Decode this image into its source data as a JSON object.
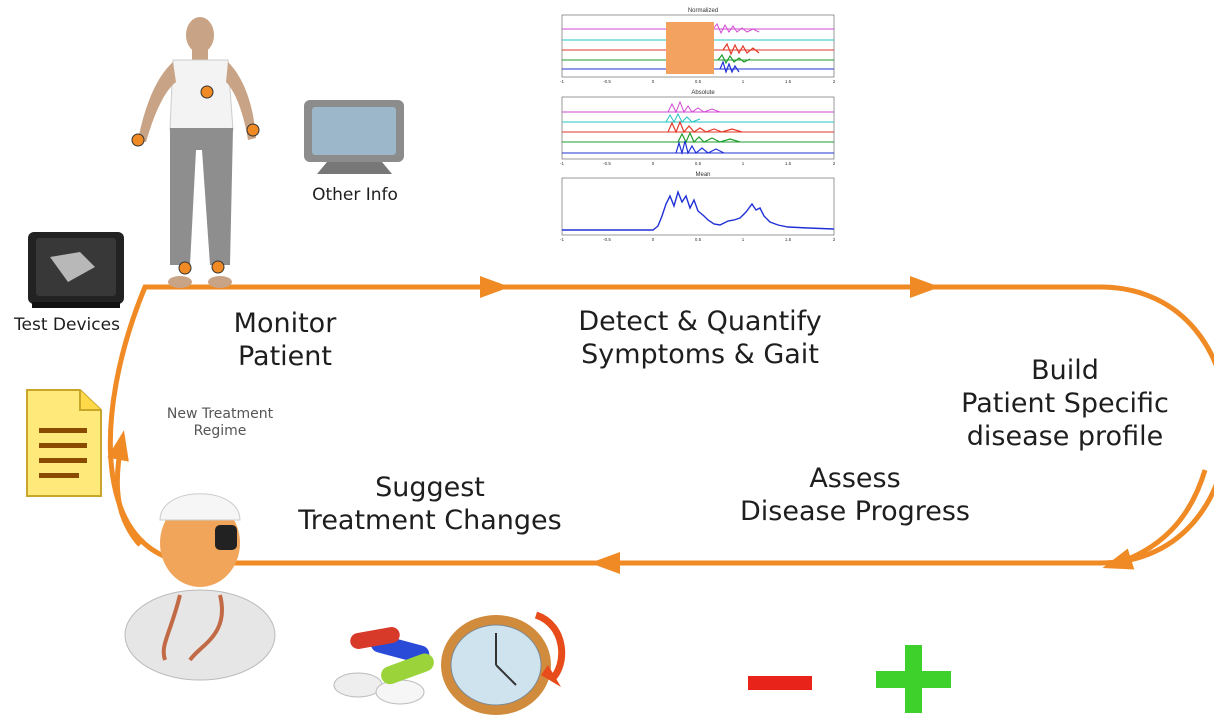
{
  "labels": {
    "other_info": "Other Info",
    "test_devices": "Test Devices",
    "monitor_patient": [
      "Monitor",
      "Patient"
    ],
    "detect_quantify": [
      "Detect & Quantify",
      "Symptoms & Gait"
    ],
    "build_profile": [
      "Build",
      "Patient Specific",
      "disease profile"
    ],
    "assess_progress": [
      "Assess",
      "Disease Progress"
    ],
    "suggest_changes": [
      "Suggest",
      "Treatment Changes"
    ],
    "new_treatment": [
      "New Treatment",
      "Regime"
    ]
  },
  "signal_panels": [
    {
      "title": "Normalized",
      "ticks": [
        "-1",
        "-0.5",
        "0",
        "0.5",
        "1",
        "1.5",
        "2"
      ]
    },
    {
      "title": "Absolute",
      "ticks": [
        "-1",
        "-0.5",
        "0",
        "0.5",
        "1",
        "1.5",
        "2"
      ]
    },
    {
      "title": "Mean",
      "ticks": [
        "-1",
        "-0.5",
        "0",
        "0.5",
        "1",
        "1.5",
        "2"
      ]
    }
  ],
  "symbols": {
    "minus": "−",
    "plus": "+"
  },
  "colors": {
    "loop": "#f08a24",
    "marker": "#f08a24",
    "minus": "#e8231a",
    "plus": "#3fd12b"
  }
}
